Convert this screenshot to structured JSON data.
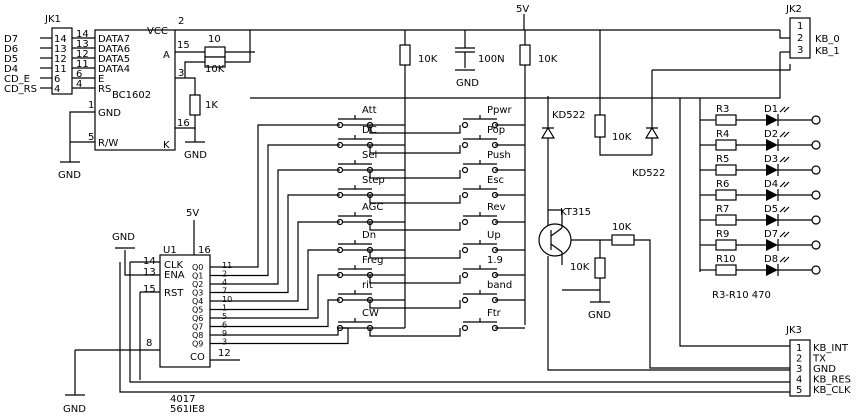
{
  "connectors": {
    "jk1": {
      "label": "JK1",
      "pins": [
        "14",
        "13",
        "12",
        "11",
        "6",
        "4"
      ],
      "nets": [
        "D7",
        "D6",
        "D5",
        "D4",
        "CD_E",
        "CD_RS"
      ]
    },
    "jk2": {
      "label": "JK2",
      "pins": [
        "1",
        "2",
        "3"
      ],
      "nets": [
        "KB_0",
        "KB_1"
      ]
    },
    "jk3": {
      "label": "JK3",
      "pins": [
        "1",
        "2",
        "3",
        "4",
        "5"
      ],
      "nets": [
        "KB_INT",
        "TX",
        "GND",
        "KB_RES",
        "KB_CLK"
      ]
    }
  },
  "lcd": {
    "name": "BC1602",
    "pins": [
      "DATA7",
      "DATA6",
      "DATA5",
      "DATA4",
      "E",
      "RS"
    ],
    "gnd": "GND",
    "rw": "R/W",
    "vcc": "VCC",
    "a": "A",
    "k": "K",
    "pin_numbers": [
      "14",
      "13",
      "12",
      "11",
      "6",
      "4",
      "1",
      "5",
      "2",
      "15",
      "3",
      "16"
    ]
  },
  "resistors": {
    "r_a": "10",
    "r_b": "10K",
    "r_c": "1K",
    "r_pull1": "10K",
    "r_pull2": "10K",
    "r_mid": "10K",
    "r_base": "10K",
    "r_emit": "10K",
    "led_r": [
      "R3",
      "R4",
      "R5",
      "R6",
      "R7",
      "R9",
      "R10"
    ],
    "led_note": "R3-R10 470"
  },
  "capacitor": "100N",
  "diodes": [
    "KD522",
    "KD522"
  ],
  "leds": [
    "D1",
    "D2",
    "D3",
    "D4",
    "D5",
    "D7",
    "D8"
  ],
  "transistor": "KT315",
  "supply": {
    "v5": "5V",
    "gnd": "GND"
  },
  "switches_left": [
    "Att",
    "DC",
    "Sel",
    "Step",
    "AGC",
    "Dn",
    "Freg",
    "rit",
    "CW"
  ],
  "switches_right": [
    "Ppwr",
    "Pop",
    "Push",
    "Esc",
    "Rev",
    "Up",
    "1.9",
    "band",
    "Ftr"
  ],
  "counter": {
    "ref": "U1",
    "clk": "CLK",
    "ena": "ENA",
    "rst": "RST",
    "outs": [
      "Q0",
      "Q1",
      "Q2",
      "Q3",
      "Q4",
      "Q5",
      "Q6",
      "Q7",
      "Q8",
      "Q9"
    ],
    "co": "CO",
    "in_pins": [
      "14",
      "13",
      "15",
      "8",
      "16"
    ],
    "out_pins": [
      "11",
      "2",
      "4",
      "7",
      "10",
      "1",
      "5",
      "6",
      "9",
      "3"
    ],
    "co_pin": "12",
    "part": "4017",
    "part_alt": "561IE8"
  }
}
